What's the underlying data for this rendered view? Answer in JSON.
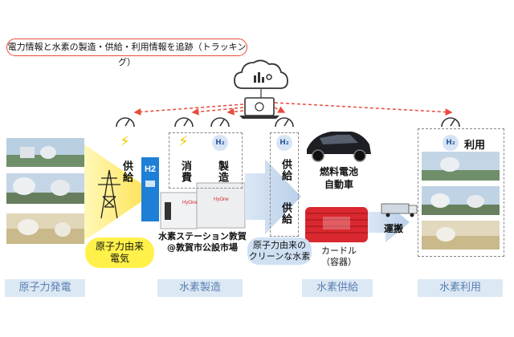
{
  "banner": {
    "text": "電力情報と水素の製造・供給・利用情報を追跡（トラッキング）"
  },
  "labels": {
    "supply1": "供給",
    "consume": "消費",
    "produce": "製造",
    "supply2": "供給",
    "supply3": "供給",
    "usage": "利用",
    "h2_tag": "H₂",
    "h2_box": "H2",
    "fcv_line1": "燃料電池",
    "fcv_line2": "自動車",
    "transport": "運搬",
    "nuclear_power_line1": "原子力由来",
    "nuclear_power_line2": "電気",
    "station_line1": "水素ステーション敦賀",
    "station_line2": "@敦賀市公設市場",
    "clean_h2_line1": "原子力由来の",
    "clean_h2_line2": "クリーンな水素",
    "curdle_line1": "カードル",
    "curdle_line2": "（容器）",
    "station_brand": "HyOne"
  },
  "stages": [
    "原子力発電",
    "水素製造",
    "水素供給",
    "水素利用"
  ],
  "colors": {
    "banner_border": "#e84b3c",
    "dashed_arrow": "#e84b3c",
    "stage_bg": "#dce8f4",
    "stage_text": "#5a7fb1",
    "bolt": "#f2c500",
    "highlight_yellow": "#fff14a",
    "curdle_red": "#d9282f"
  },
  "icons": [
    "cloud-icon",
    "laptop-icon",
    "gauge-icon",
    "lightning-icon",
    "power-tower-icon",
    "fuel-cell-car-icon",
    "truck-icon",
    "curdle-container-icon"
  ]
}
